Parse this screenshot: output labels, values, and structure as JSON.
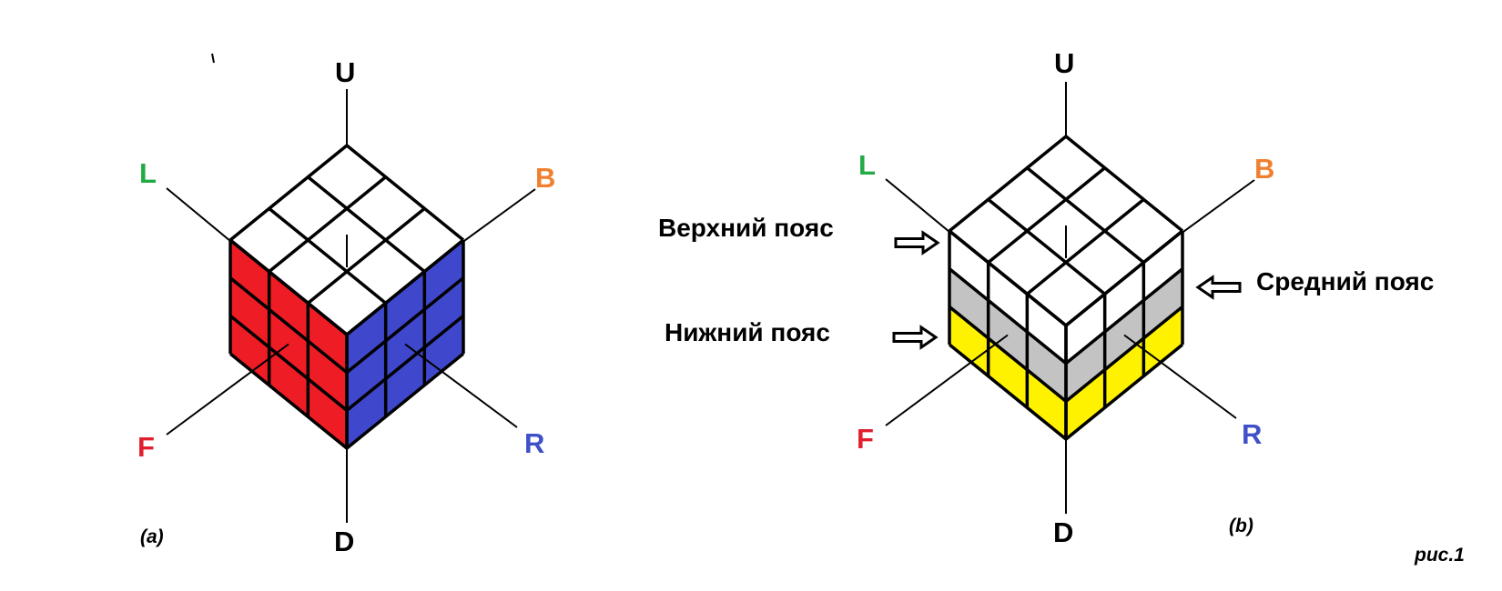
{
  "figure_label": "рис.1",
  "colors": {
    "U": "#000000",
    "D": "#000000",
    "L": "#22aa44",
    "B": "#f08030",
    "F": "#e0202e",
    "R": "#4050c8",
    "red_face": "#ee1c24",
    "blue_face": "#3f48cc",
    "white_face": "#ffffff",
    "gray_layer": "#c3c3c3",
    "yellow_layer": "#fff200",
    "stroke": "#000000"
  },
  "diagram_a": {
    "caption": "(a)",
    "axes": {
      "U": "U",
      "D": "D",
      "L": "L",
      "B": "B",
      "F": "F",
      "R": "R"
    }
  },
  "diagram_b": {
    "caption": "(b)",
    "axes": {
      "U": "U",
      "D": "D",
      "L": "L",
      "B": "B",
      "F": "F",
      "R": "R"
    },
    "belts": {
      "upper": "Верхний пояс",
      "middle": "Средний пояс",
      "lower": "Нижний пояс"
    }
  }
}
